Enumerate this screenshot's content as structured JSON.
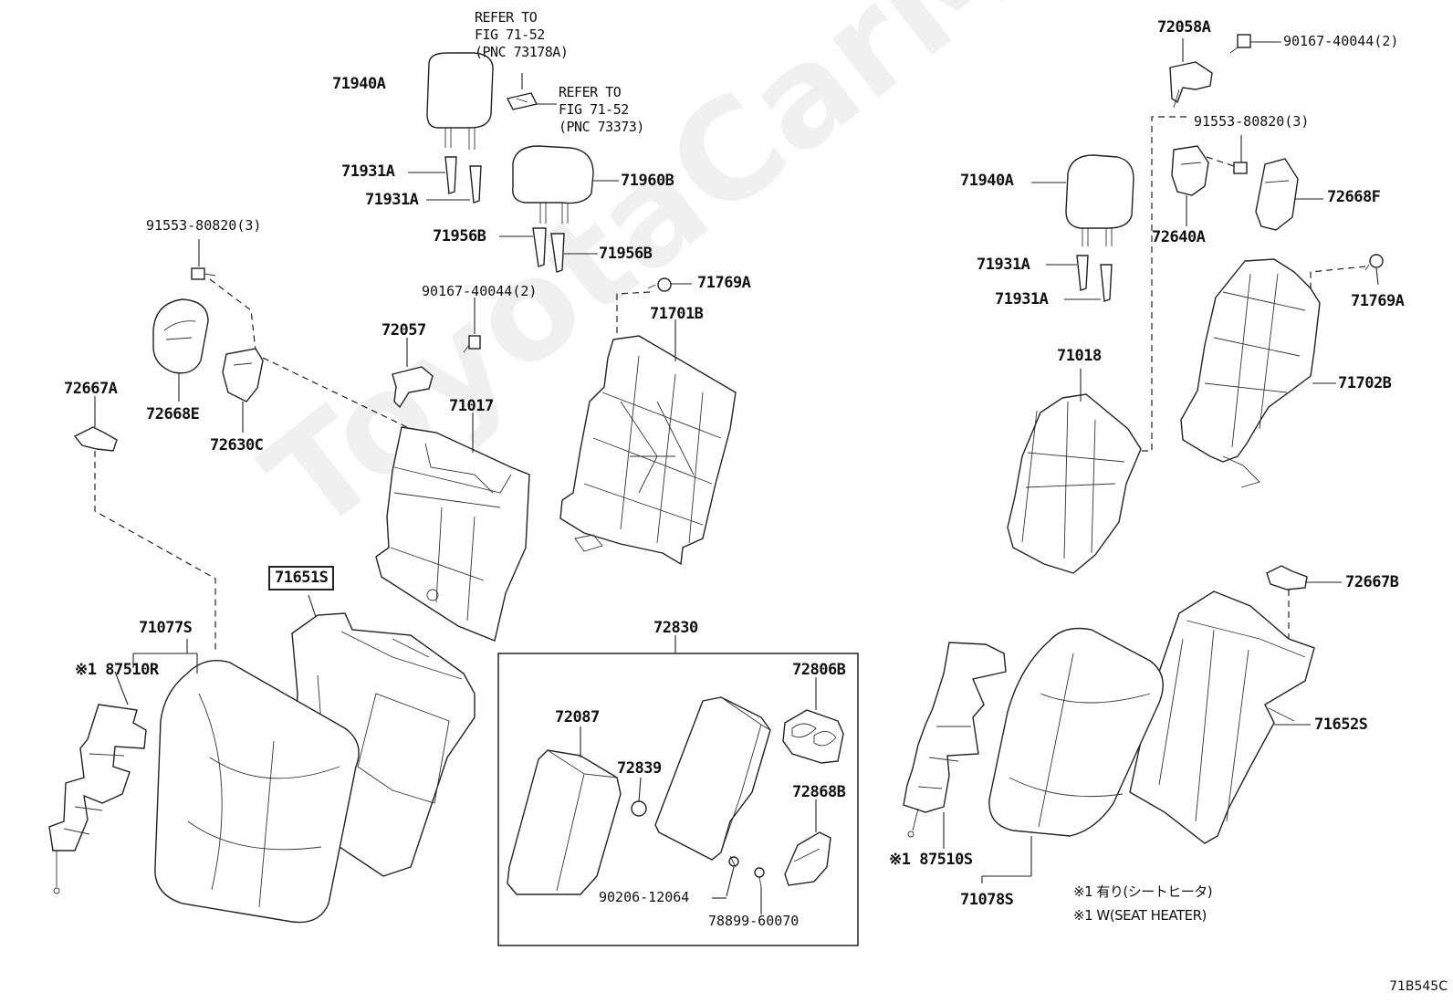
{
  "watermark": "ToyotaCarMine.ru",
  "diagram_code": "71B545C",
  "notes": [
    "※1 有り(シートヒータ)",
    "※1 W(SEAT HEATER)"
  ],
  "refs": {
    "ref1": "REFER TO\nFIG 71-52\n(PNC 73178A)",
    "ref2": "REFER TO\nFIG 71-52\n(PNC 73373)"
  },
  "parts": {
    "p71940A_l": "71940A",
    "p71931A_l1": "71931A",
    "p71931A_l2": "71931A",
    "p71960B": "71960B",
    "p71956B_1": "71956B",
    "p71956B_2": "71956B",
    "p91553_l": "91553-80820(3)",
    "p90167_mid": "90167-40044(2)",
    "p72057": "72057",
    "p71017": "71017",
    "p72668E": "72668E",
    "p72630C": "72630C",
    "p72667A": "72667A",
    "p71769A_l": "71769A",
    "p71701B": "71701B",
    "p71651S": "71651S",
    "p71077S": "71077S",
    "p87510R": "※1 87510R",
    "p72830": "72830",
    "p72806B": "72806B",
    "p72087": "72087",
    "p72839": "72839",
    "p72868B": "72868B",
    "p90206": "90206-12064",
    "p78899": "78899-60070",
    "p72058A": "72058A",
    "p90167_r": "90167-40044(2)",
    "p91553_r": "91553-80820(3)",
    "p72668F": "72668F",
    "p72640A": "72640A",
    "p71940A_r": "71940A",
    "p71931A_r1": "71931A",
    "p71931A_r2": "71931A",
    "p71769A_r": "71769A",
    "p71018": "71018",
    "p71702B": "71702B",
    "p72667B": "72667B",
    "p71652S": "71652S",
    "p87510S": "※1 87510S",
    "p71078S": "71078S"
  }
}
